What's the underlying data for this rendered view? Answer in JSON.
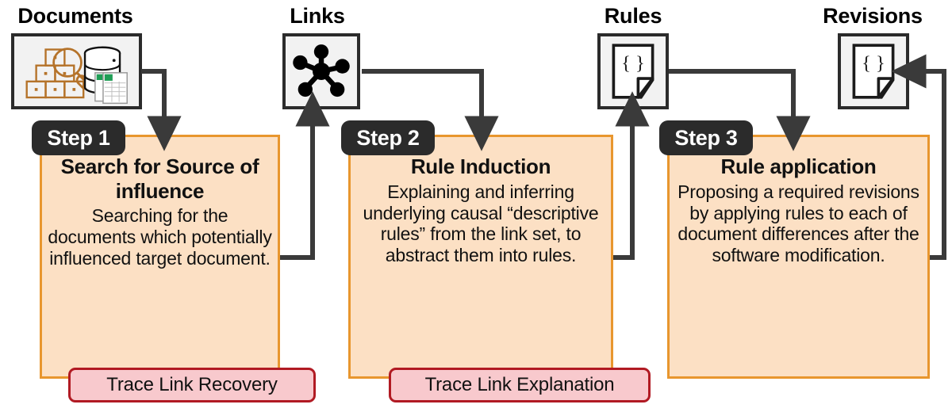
{
  "diagram": {
    "title": "Three-step trace link process",
    "colors": {
      "panel_fill": "#fce0c4",
      "panel_border": "#e8962e",
      "badge_bg": "#2b2b2b",
      "badge_text": "#ffffff",
      "tag_fill": "#f8c9cd",
      "tag_border": "#b11a23",
      "icon_box_fill": "#f2f2f2",
      "icon_box_border": "#2b2b2b",
      "arrow": "#3a3a3a",
      "documents_icon_accent": "#b5732a",
      "spreadsheet_accent": "#1f9d55"
    }
  },
  "artifacts": [
    {
      "id": "documents",
      "label": "Documents",
      "icon": "documents-search-database-icon"
    },
    {
      "id": "links",
      "label": "Links",
      "icon": "network-hub-icon"
    },
    {
      "id": "rules",
      "label": "Rules",
      "icon": "braces-document-icon"
    },
    {
      "id": "revisions",
      "label": "Revisions",
      "icon": "braces-document-icon"
    }
  ],
  "steps": [
    {
      "id": "step1",
      "badge": "Step 1",
      "title": "Search for Source of influence",
      "body": "Searching for the documents which potentially influenced target document.",
      "tag": "Trace Link Recovery"
    },
    {
      "id": "step2",
      "badge": "Step 2",
      "title": "Rule Induction",
      "body": "Explaining and inferring underlying causal “descriptive rules” from the link set, to abstract them into rules.",
      "tag": "Trace Link Explanation"
    },
    {
      "id": "step3",
      "badge": "Step 3",
      "title": "Rule application",
      "body": "Proposing a required revisions by applying rules to each of document differences after the software modification.",
      "tag": ""
    }
  ],
  "flows": [
    {
      "id": "documents-to-step1",
      "from": "documents",
      "to": "step1",
      "direction": "down"
    },
    {
      "id": "step1-to-links",
      "from": "step1",
      "to": "links",
      "direction": "up"
    },
    {
      "id": "links-to-step2",
      "from": "links",
      "to": "step2",
      "direction": "down"
    },
    {
      "id": "step2-to-rules",
      "from": "step2",
      "to": "rules",
      "direction": "up"
    },
    {
      "id": "rules-to-step3",
      "from": "rules",
      "to": "step3",
      "direction": "down"
    },
    {
      "id": "step3-to-revisions",
      "from": "step3",
      "to": "revisions",
      "direction": "left"
    }
  ]
}
